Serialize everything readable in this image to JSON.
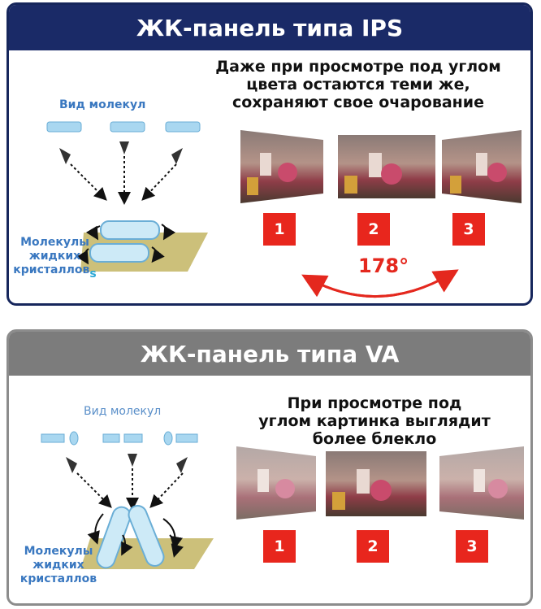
{
  "ips": {
    "title": "ЖК-панель типа IPS",
    "caption_lines": [
      "Даже при просмотре под углом",
      "цвета остаются теми же,",
      "сохраняют свое очарование"
    ],
    "view_label": "Вид молекул",
    "molecules_label_lines": [
      "Молекулы",
      "жидких",
      "кристаллов"
    ],
    "molecules_label_suffix": "s",
    "angle": "178°",
    "views": [
      "1",
      "2",
      "3"
    ]
  },
  "va": {
    "title": "ЖК-панель типа VA",
    "caption_lines": [
      "При просмотре под",
      "углом картинка выглядит",
      "более блекло"
    ],
    "view_label": "Вид молекул",
    "molecules_label_lines": [
      "Молекулы",
      "жидких",
      "кристаллов"
    ],
    "views": [
      "1",
      "2",
      "3"
    ]
  },
  "colors": {
    "ips_banner": "#1a2a67",
    "va_banner": "#7c7c7c",
    "badge_red": "#e8261d",
    "arc_red": "#e4281e",
    "label_blue": "#3a78c0",
    "molecule_blue": "#a9d7f0",
    "substrate": "#ccc07a"
  }
}
